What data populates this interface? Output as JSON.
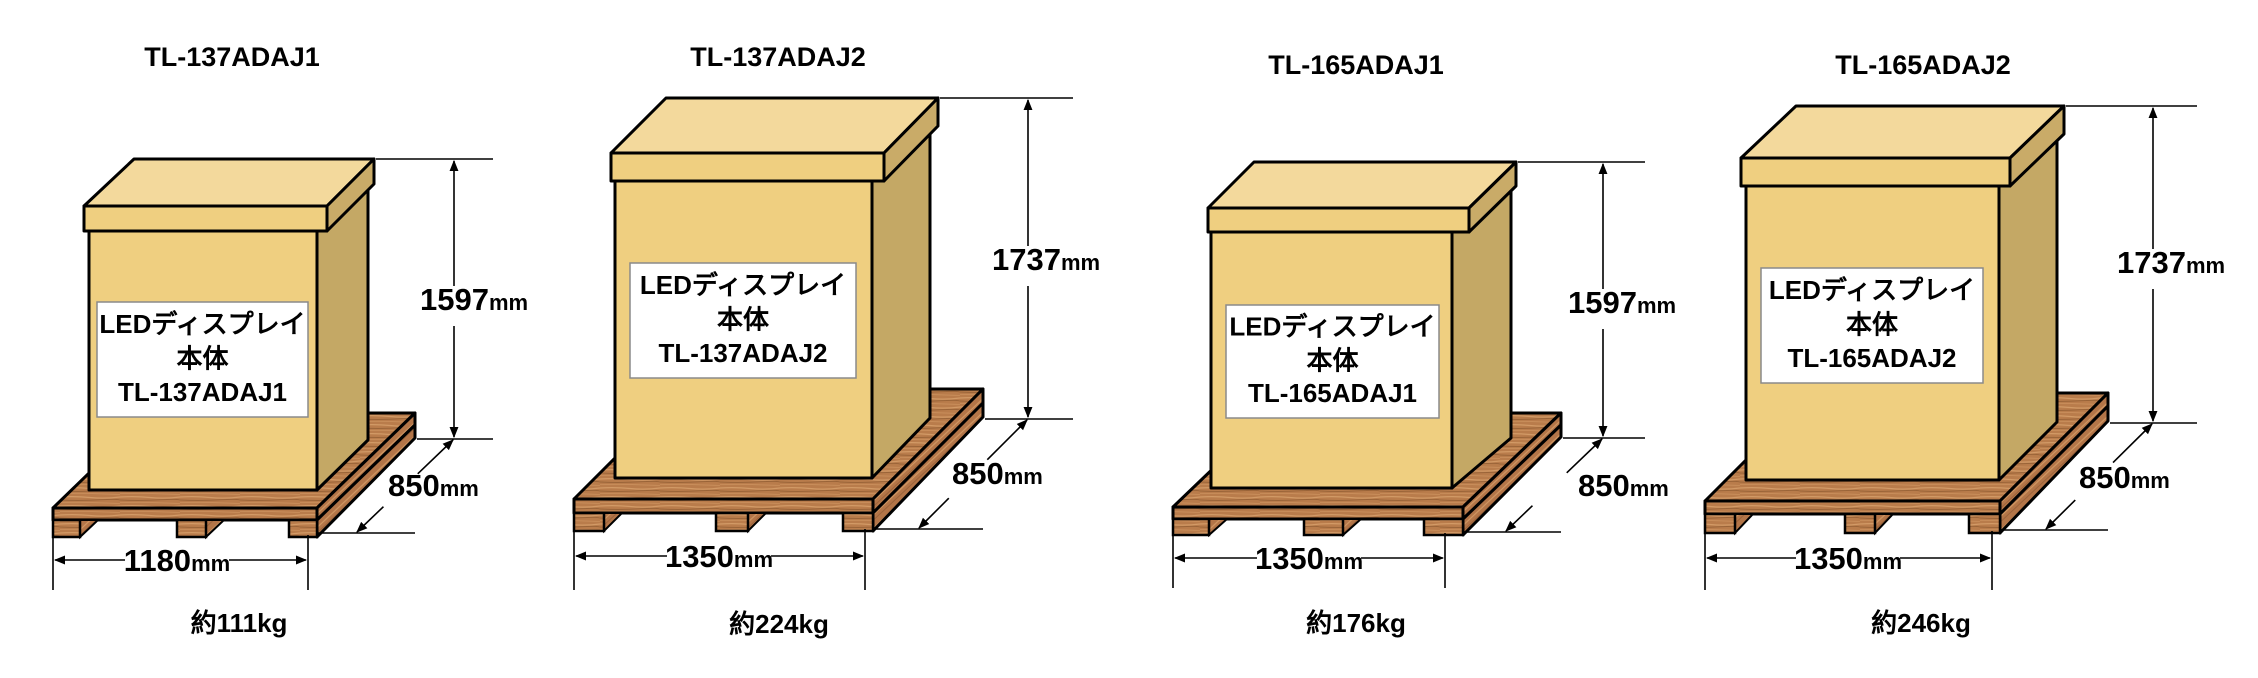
{
  "units": [
    {
      "model": "TL-137ADAJ1",
      "box_label": [
        "LEDディスプレイ",
        "本体",
        "TL-137ADAJ1"
      ],
      "height": "1597",
      "depth": "850",
      "width": "1180",
      "unit": "mm",
      "weight": "約111kg"
    },
    {
      "model": "TL-137ADAJ2",
      "box_label": [
        "LEDディスプレイ",
        "本体",
        "TL-137ADAJ2"
      ],
      "height": "1737",
      "depth": "850",
      "width": "1350",
      "unit": "mm",
      "weight": "約224kg"
    },
    {
      "model": "TL-165ADAJ1",
      "box_label": [
        "LEDディスプレイ",
        "本体",
        "TL-165ADAJ1"
      ],
      "height": "1597",
      "depth": "850",
      "width": "1350",
      "unit": "mm",
      "weight": "約176kg"
    },
    {
      "model": "TL-165ADAJ2",
      "box_label": [
        "LEDディスプレイ",
        "本体",
        "TL-165ADAJ2"
      ],
      "height": "1737",
      "depth": "850",
      "width": "1350",
      "unit": "mm",
      "weight": "約246kg"
    }
  ],
  "colors": {
    "box_front": "#EFCF80",
    "box_side": "#C4A865",
    "lid_top": "#F3D99C",
    "lid_front": "#EFCF80",
    "lid_side": "#C9AB68",
    "pallet_wood": "#B97C4B",
    "pallet_wood_dark": "#8E5A30",
    "pallet_wood_light": "#D29A66"
  }
}
